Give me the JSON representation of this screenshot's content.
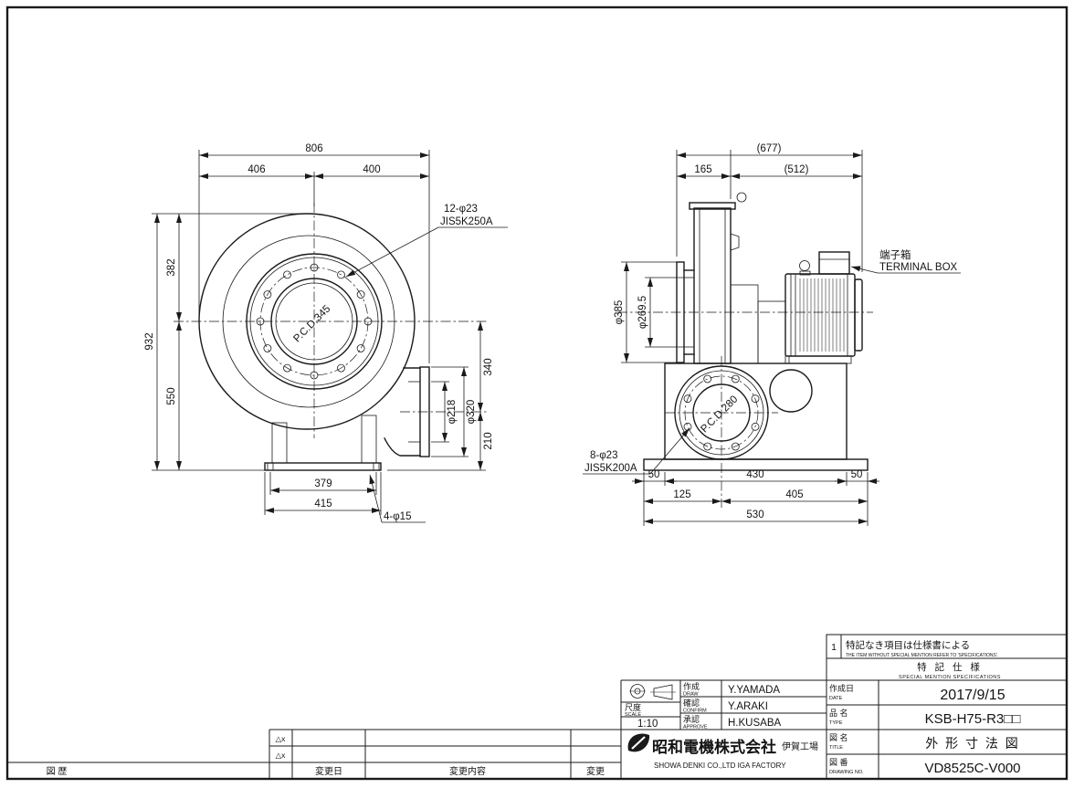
{
  "front_view": {
    "dim_total_width": "806",
    "dim_left_width": "406",
    "dim_right_width": "400",
    "dim_total_height": "932",
    "dim_upper_height": "382",
    "dim_lower_height": "550",
    "dim_outlet_drop": "340",
    "dim_outlet_center_height": "210",
    "dim_outlet_bore": "φ218",
    "dim_outlet_flange": "φ320",
    "dim_base_hole_span": "379",
    "dim_base_width": "415",
    "callout_flange_bolts_1": "12-φ23",
    "callout_flange_bolts_2": "JIS5K250A",
    "callout_pcd": "P.C.D.345",
    "callout_base_holes": "4-φ15"
  },
  "side_view": {
    "dim_total_length": "(677)",
    "dim_inlet_length": "165",
    "dim_body_length": "(512)",
    "dim_inlet_flange_od": "φ385",
    "dim_inlet_bore": "φ269.5",
    "dim_base_left_margin": "50",
    "dim_base_span": "430",
    "dim_base_right_margin": "50",
    "dim_outlet_offset": "125",
    "dim_outlet_to_end": "405",
    "dim_base_total": "530",
    "callout_terminal_box_jp": "端子箱",
    "callout_terminal_box_en": "TERMINAL BOX",
    "callout_flange_bolts_1": "8-φ23",
    "callout_flange_bolts_2": "JIS5K200A",
    "callout_pcd": "P.C.D.280"
  },
  "notes": {
    "no": "1",
    "line1_jp": "特記なき項目は仕様書による",
    "line1_en": "THE ITEM WITHOUT SPECIAL MENTION REFER TO 'SPECIFICATIONS'.",
    "line2_jp": "特 記 仕 様",
    "line2_en": "SPECIAL MENTION SPECIFICATIONS"
  },
  "title_block": {
    "scale_label_jp": "尺度",
    "scale_label_en": "SCALE",
    "scale_value": "1:10",
    "draw_label_jp": "作成",
    "draw_label_en": "DRAW",
    "draw_name": "Y.YAMADA",
    "confirm_label_jp": "確認",
    "confirm_label_en": "CONFIRM",
    "confirm_name": "Y.ARAKI",
    "approve_label_jp": "承認",
    "approve_label_en": "APPROVE",
    "approve_name": "H.KUSABA",
    "date_label_jp": "作成日",
    "date_label_en": "DATE",
    "date_value": "2017/9/15",
    "type_label_jp": "品 名",
    "type_label_en": "TYPE",
    "type_value": "KSB-H75-R3□□",
    "title_label_jp": "図 名",
    "title_label_en": "TITLE",
    "title_value": "外 形 寸 法 図",
    "drawing_no_label_jp": "図 番",
    "drawing_no_label_en": "DRAWING NO.",
    "drawing_no_value": "VD8525C-V000",
    "company_name": "昭和電機株式会社",
    "factory": "伊賀工場",
    "company_name_en": "SHOWA DENKI CO.,LTD IGA FACTORY"
  },
  "revision_table": {
    "history_label": "図 歴",
    "col_date": "変更日",
    "col_content": "変更内容",
    "col_change": "変更",
    "markers": [
      "△x",
      "△x"
    ]
  }
}
